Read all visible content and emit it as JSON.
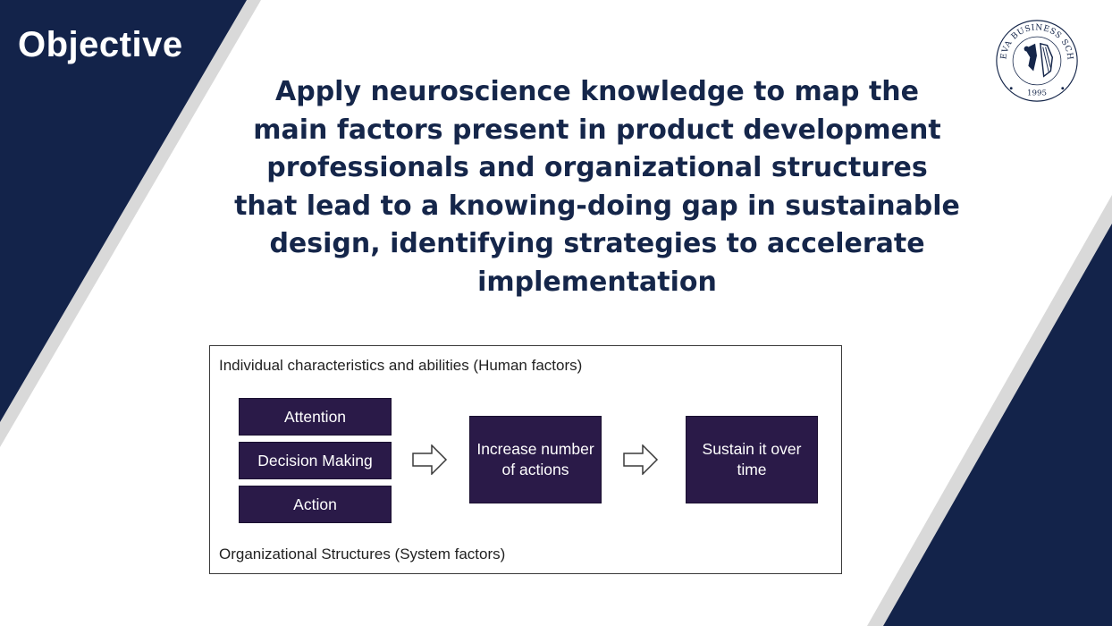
{
  "slide": {
    "title": "Objective",
    "objective_text": "Apply neuroscience knowledge to map the main factors present in product development professionals and organizational structures that lead to a knowing-doing gap in sustainable design, identifying strategies to accelerate implementation"
  },
  "logo": {
    "text_arc": "GENEVA BUSINESS SCHOOL",
    "year": "1995"
  },
  "framework": {
    "top_label": "Individual characteristics and abilities (Human factors)",
    "bottom_label": "Organizational Structures (System factors)",
    "factors": [
      "Attention",
      "Decision Making",
      "Action"
    ],
    "step2": "Increase number of actions",
    "step3": "Sustain it over time"
  },
  "colors": {
    "navy": "#13234a",
    "box": "#2a1a48",
    "title_text": "#15264a",
    "stripe": "#d9d9d9"
  }
}
